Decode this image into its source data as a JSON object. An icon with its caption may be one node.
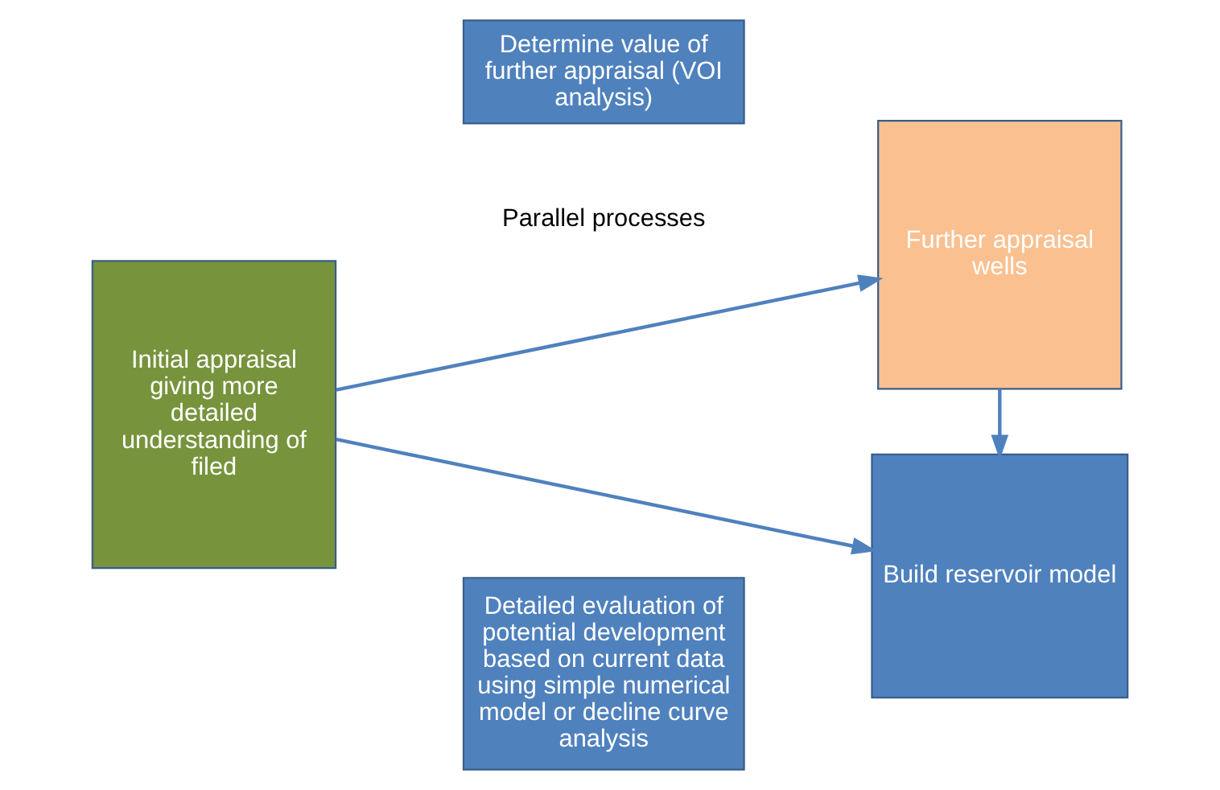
{
  "diagram": {
    "nodes": [
      {
        "text": [
          "Initial appraisal giving more detailed understanding of filed"
        ]
      },
      {
        "text": [
          "Determine value of further appraisal (VOI analysis)"
        ]
      },
      {
        "text": [
          "Further appraisal wells"
        ]
      },
      {
        "text": [
          "Detailed evaluation of potential development based on current data using simple numerical model or decline curve analysis"
        ]
      },
      {
        "text": [
          "Build reservoir model"
        ]
      }
    ],
    "edges": [
      {
        "from": 0,
        "to": 2,
        "arrow": "to"
      },
      {
        "from": 0,
        "to": 4,
        "arrow": "to"
      },
      {
        "from": 2,
        "to": 4,
        "arrow": "to"
      }
    ],
    "labels": [
      "Parallel processes"
    ]
  }
}
